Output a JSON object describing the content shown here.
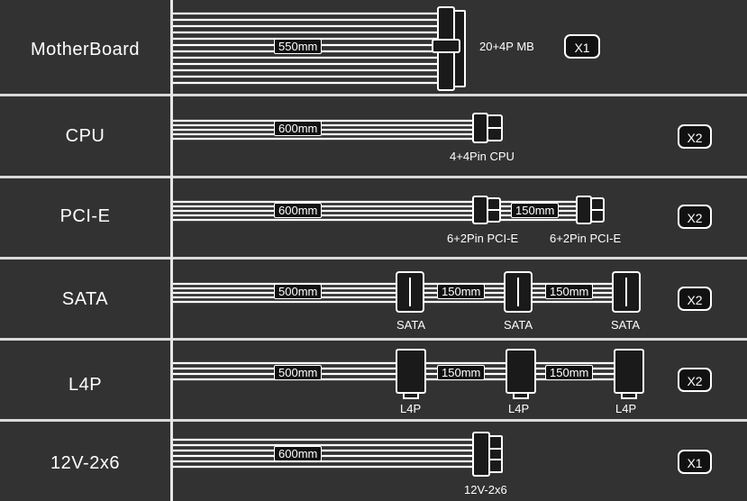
{
  "rows": [
    {
      "name": "MotherBoard",
      "cable_length": "550mm",
      "connector": "20+4P MB",
      "qty": "X1"
    },
    {
      "name": "CPU",
      "cable_length": "600mm",
      "connector": "4+4Pin CPU",
      "qty": "X2"
    },
    {
      "name": "PCI-E",
      "cable_length": "600mm",
      "segment_length": "150mm",
      "connectors": [
        "6+2Pin PCI-E",
        "6+2Pin PCI-E"
      ],
      "qty": "X2"
    },
    {
      "name": "SATA",
      "cable_length": "500mm",
      "segment_lengths": [
        "150mm",
        "150mm"
      ],
      "connectors": [
        "SATA",
        "SATA",
        "SATA"
      ],
      "qty": "X2"
    },
    {
      "name": "L4P",
      "cable_length": "500mm",
      "segment_lengths": [
        "150mm",
        "150mm"
      ],
      "connectors": [
        "L4P",
        "L4P",
        "L4P"
      ],
      "qty": "X2"
    },
    {
      "name": "12V-2x6",
      "cable_length": "600mm",
      "connector": "12V-2x6",
      "qty": "X1"
    }
  ],
  "colors": {
    "background": "#323232",
    "line": "#ffffff",
    "separator": "#d9d9d9",
    "badge_fill": "#111111"
  }
}
